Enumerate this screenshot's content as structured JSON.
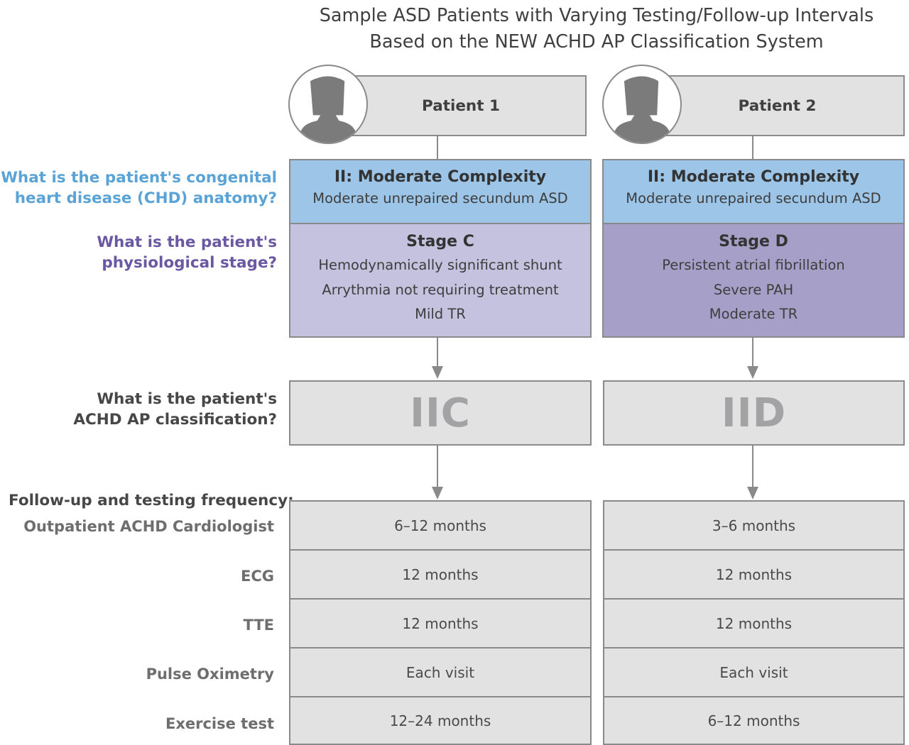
{
  "title": {
    "line1": "Sample ASD Patients with Varying Testing/Follow-up Intervals",
    "line2": "Based on the NEW ACHD AP Classification System"
  },
  "questions": {
    "anatomy_line1": "What is the patient's congenital",
    "anatomy_line2": "heart disease (CHD) anatomy?",
    "stage_line1": "What is the patient's",
    "stage_line2": "physiological stage?",
    "class_line1": "What is the patient's",
    "class_line2": "ACHD AP classification?",
    "followup": "Follow-up and testing frequency:"
  },
  "tests": [
    "Outpatient ACHD Cardiologist",
    "ECG",
    "TTE",
    "Pulse Oximetry",
    "Exercise test"
  ],
  "patients": [
    {
      "name": "Patient 1",
      "anatomy_heading": "II: Moderate Complexity",
      "anatomy_detail": "Moderate unrepaired secundum ASD",
      "stage_heading": "Stage C",
      "stage_details": [
        "Hemodynamically significant shunt",
        "Arrythmia not requiring treatment",
        "Mild TR"
      ],
      "classification": "IIC",
      "frequencies": [
        "6–12 months",
        "12 months",
        "12 months",
        "Each visit",
        "12–24 months"
      ]
    },
    {
      "name": "Patient 2",
      "anatomy_heading": "II: Moderate Complexity",
      "anatomy_detail": "Moderate unrepaired secundum ASD",
      "stage_heading": "Stage D",
      "stage_details": [
        "Persistent atrial fibrillation",
        "Severe PAH",
        "Moderate TR"
      ],
      "classification": "IID",
      "frequencies": [
        "3–6 months",
        "12 months",
        "12 months",
        "Each visit",
        "6–12 months"
      ]
    }
  ],
  "colors": {
    "anatomy_fill": "#9cc5e8",
    "stage_c_fill": "#c5c2e0",
    "stage_d_fill": "#a6a0c9",
    "anatomy_question": "#5aa3d6",
    "stage_question": "#6a58a3",
    "box_fill": "#e2e2e3",
    "line": "#8a8a8a"
  }
}
